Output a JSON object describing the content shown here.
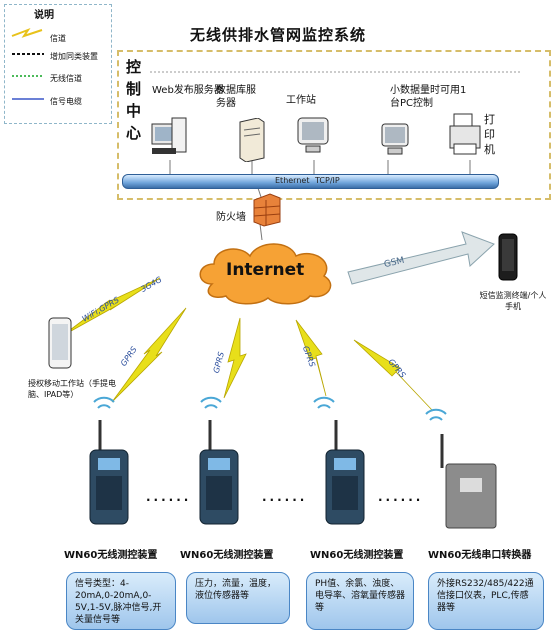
{
  "legend": {
    "title": "说明",
    "items": [
      "信道",
      "增加同类装置",
      "无线信道",
      "信号电缆"
    ]
  },
  "title": "无线供排水管网监控系统",
  "control_center": {
    "label": "控制中心",
    "nodes": {
      "web_server": "Web发布服务器",
      "db_server": "数据库服务器",
      "workstation": "工作站",
      "pc": "小数据量时可用1台PC控制",
      "printer": "打印机"
    },
    "bus_ethernet": "Ethernet",
    "bus_tcpip": "TCP/IP"
  },
  "firewall": "防火墙",
  "internet": "Internet",
  "gsm": "GSM",
  "phone_label": "短信监测终端/个人手机",
  "mobile_station": "授权移动工作站（手提电脑、IPAD等）",
  "links": {
    "g34": "3G4G",
    "wifi": "WiFi,GPRS",
    "gprs": "GPRS"
  },
  "devices": [
    {
      "name": "WN60无线测控装置",
      "info": "信号类型：4-20mA,0-20mA,0-5V,1-5V,脉冲信号,开关量信号等"
    },
    {
      "name": "WN60无线测控装置",
      "info": "压力，流量，温度，液位传感器等"
    },
    {
      "name": "WN60无线测控装置",
      "info": "PH值、余氯、浊度、电导率、溶氧量传感器等"
    },
    {
      "name": "WN60无线串口转换器",
      "info": "外接RS232/485/422通信接口仪表，PLC,传感器等"
    }
  ],
  "dots": "......",
  "colors": {
    "bus": "#6fa4db",
    "box_border": "#d6bd69",
    "lightning": "#e8df1a",
    "info_box": "#b7d6f2"
  }
}
